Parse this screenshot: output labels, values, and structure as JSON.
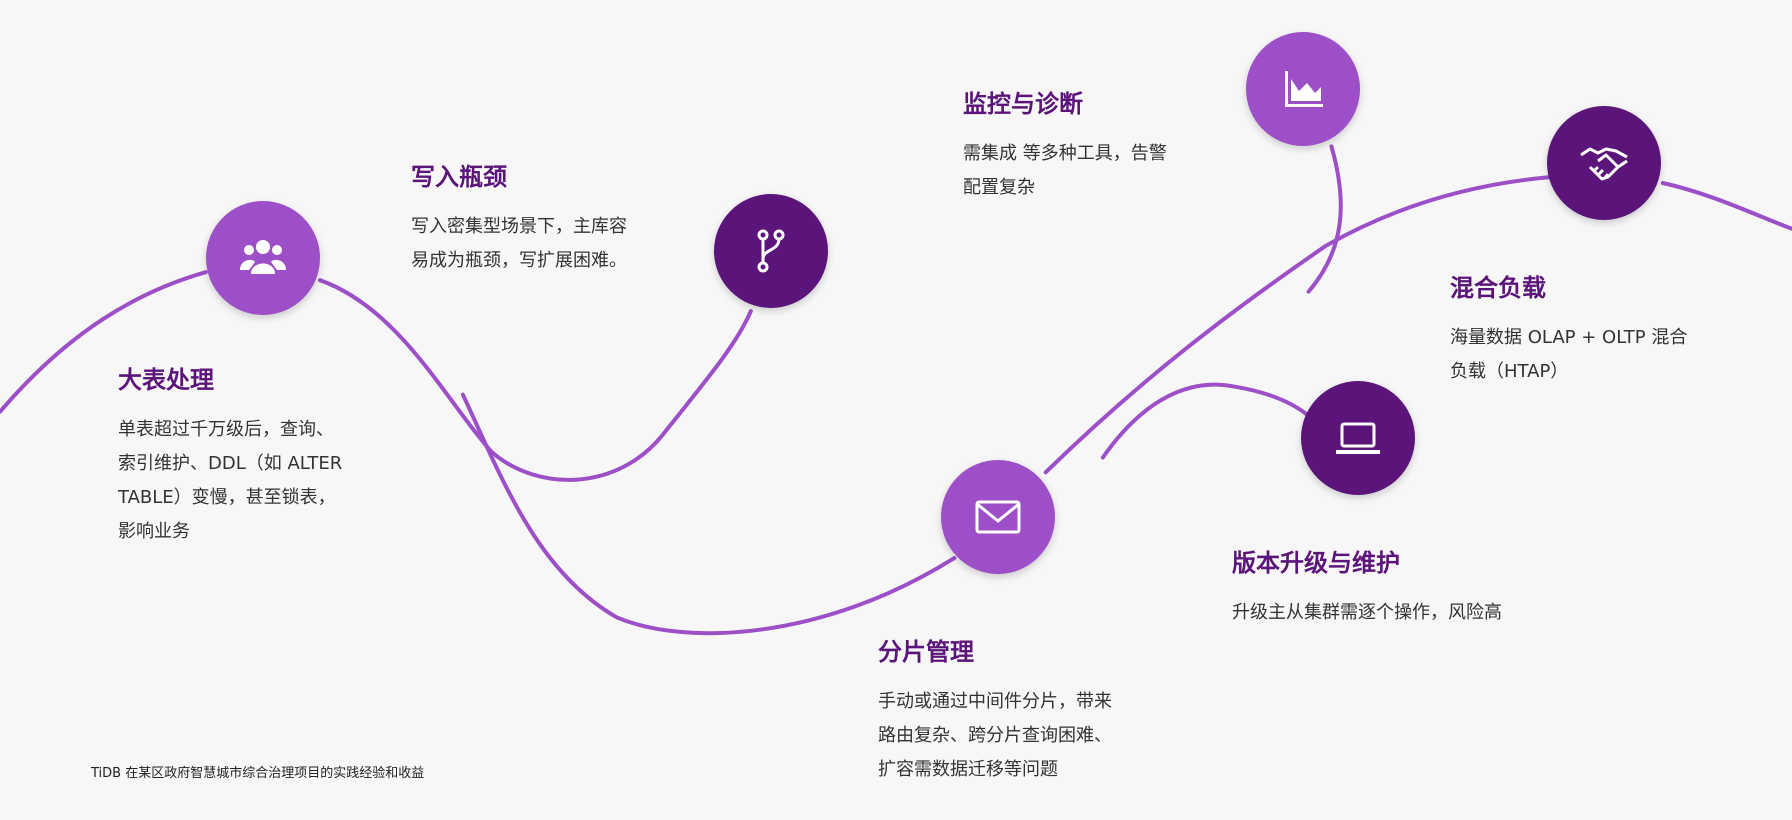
{
  "colors": {
    "light": "#9d4fc8",
    "dark": "#5b1479",
    "curve": "#9d4fc8"
  },
  "items": [
    {
      "icon": "users-icon",
      "title": "大表处理",
      "lines": [
        "单表超过千万级后，查询、",
        "索引维护、DDL（如 ALTER",
        "TABLE）变慢，甚至锁表，",
        "影响业务"
      ]
    },
    {
      "icon": "branch-icon",
      "title": "写入瓶颈",
      "lines": [
        "写入密集型场景下，主库容",
        "易成为瓶颈，写扩展困难。"
      ]
    },
    {
      "icon": "envelope-icon",
      "title": "分片管理",
      "lines": [
        "手动或通过中间件分片，带来",
        "路由复杂、跨分片查询困难、",
        "扩容需数据迁移等问题"
      ]
    },
    {
      "icon": "area-chart-icon",
      "title": "监控与诊断",
      "lines": [
        "需集成 等多种工具，告警",
        "配置复杂"
      ]
    },
    {
      "icon": "laptop-icon",
      "title": "版本升级与维护",
      "lines": [
        "升级主从集群需逐个操作，风险高"
      ]
    },
    {
      "icon": "handshake-icon",
      "title": "混合负载",
      "lines": [
        "海量数据 OLAP + OLTP 混合",
        "负载（HTAP）"
      ]
    }
  ],
  "footer": "TiDB 在某区政府智慧城市综合治理项目的实践经验和收益"
}
